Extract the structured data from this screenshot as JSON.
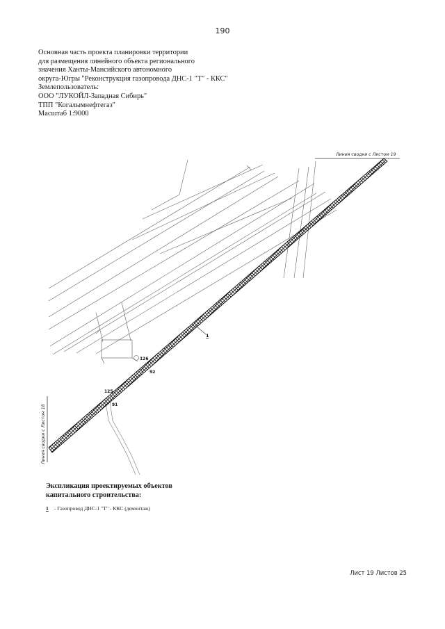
{
  "page_number": "190",
  "header_lines": [
    "Основная часть проекта планировки территории",
    "для размещения линейного объекта регионального",
    "значения Ханты-Мансийского автономного",
    "округа-Югры \"Реконструкция газопровода ДНС-1 \"Т\" - ККС\"",
    "Землепользователь:",
    "ООО \"ЛУКОЙЛ-Западная Сибирь\"",
    "ТПП \"Когалымнефтегаз\"",
    "Масштаб 1:9000"
  ],
  "map": {
    "match_line_top": "Линия сводки с Листом 19",
    "match_line_left": "Линия сводки с Листом 18",
    "object_marker": "1",
    "points": [
      "126",
      "92",
      "125",
      "91"
    ]
  },
  "legend": {
    "title_line1": "Экспликация проектируемых объектов",
    "title_line2": "капитального строительства:",
    "item_marker": "1",
    "item_text": "- Газопровод  ДНС-1 \"Т\" - ККС (демонтаж)"
  },
  "sheet_info": "Лист 19 Листов 25"
}
